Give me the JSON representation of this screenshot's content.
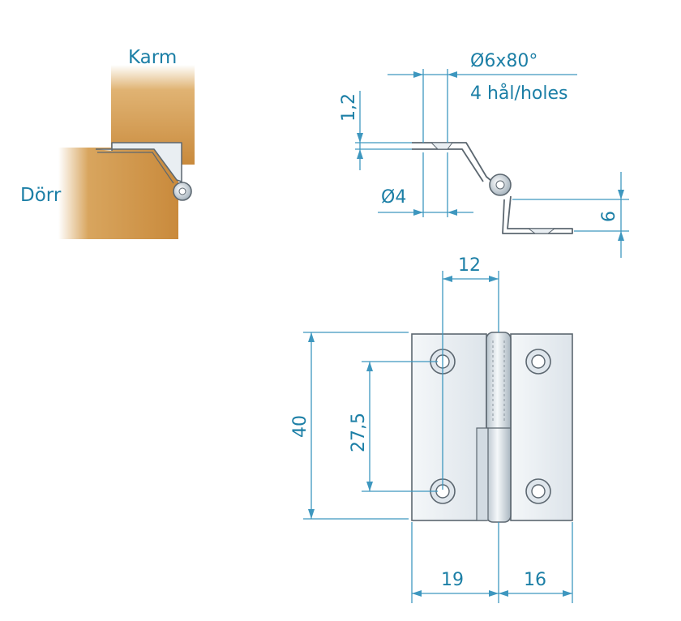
{
  "labels": {
    "frame": "Karm",
    "door": "Dörr",
    "hole_spec": "Ø6x80°",
    "hole_count": "4 hål/holes",
    "thickness": "1,2",
    "pin_diameter": "Ø4",
    "offset": "6",
    "pin_width": "12",
    "height": "40",
    "hole_spacing": "27,5",
    "left_leaf_width": "19",
    "right_leaf_width": "16"
  },
  "colors": {
    "dimension": "#3e97bf",
    "text": "#1c7fa6",
    "wood": "#c98a3c",
    "metal": "#e9eef2",
    "outline": "#5c6770"
  }
}
